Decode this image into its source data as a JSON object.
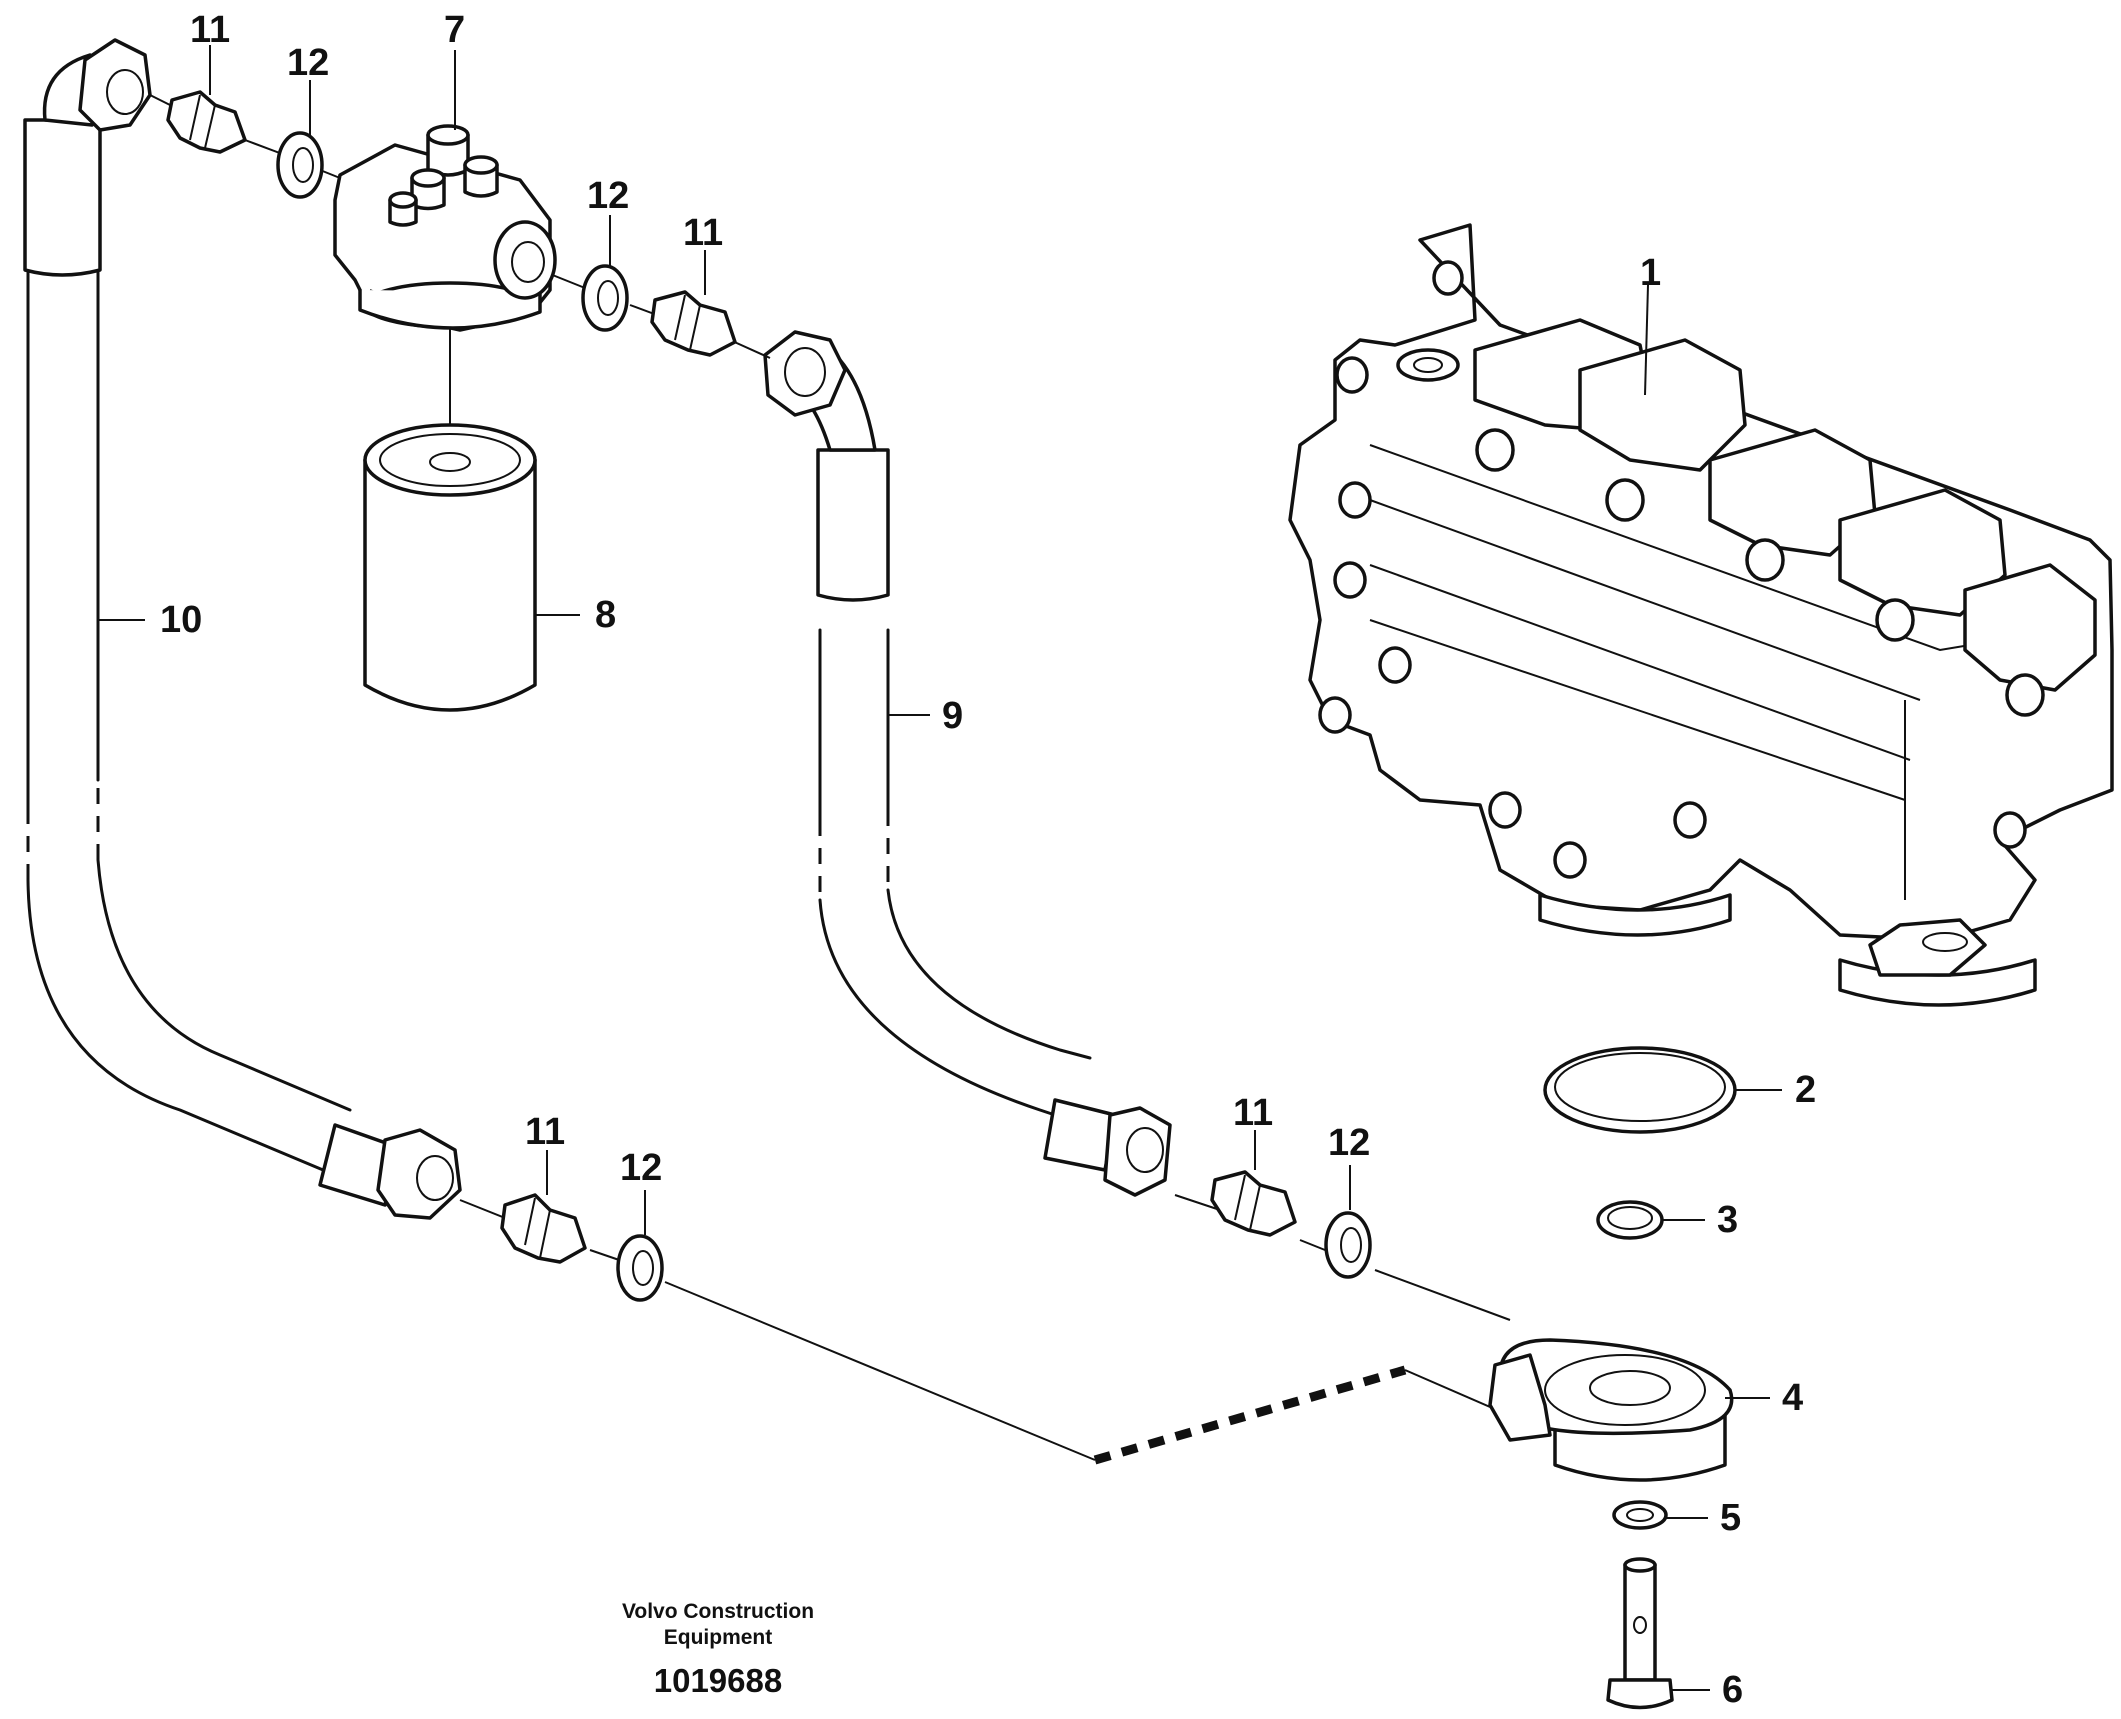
{
  "callouts": {
    "c1": "1",
    "c2": "2",
    "c3": "3",
    "c4": "4",
    "c5": "5",
    "c6": "6",
    "c7": "7",
    "c8": "8",
    "c9": "9",
    "c10": "10",
    "c11a": "11",
    "c11b": "11",
    "c11c": "11",
    "c11d": "11",
    "c12a": "12",
    "c12b": "12",
    "c12c": "12",
    "c12d": "12"
  },
  "footer": {
    "company_line1": "Volvo Construction",
    "company_line2": "Equipment",
    "document_number": "1019688"
  }
}
